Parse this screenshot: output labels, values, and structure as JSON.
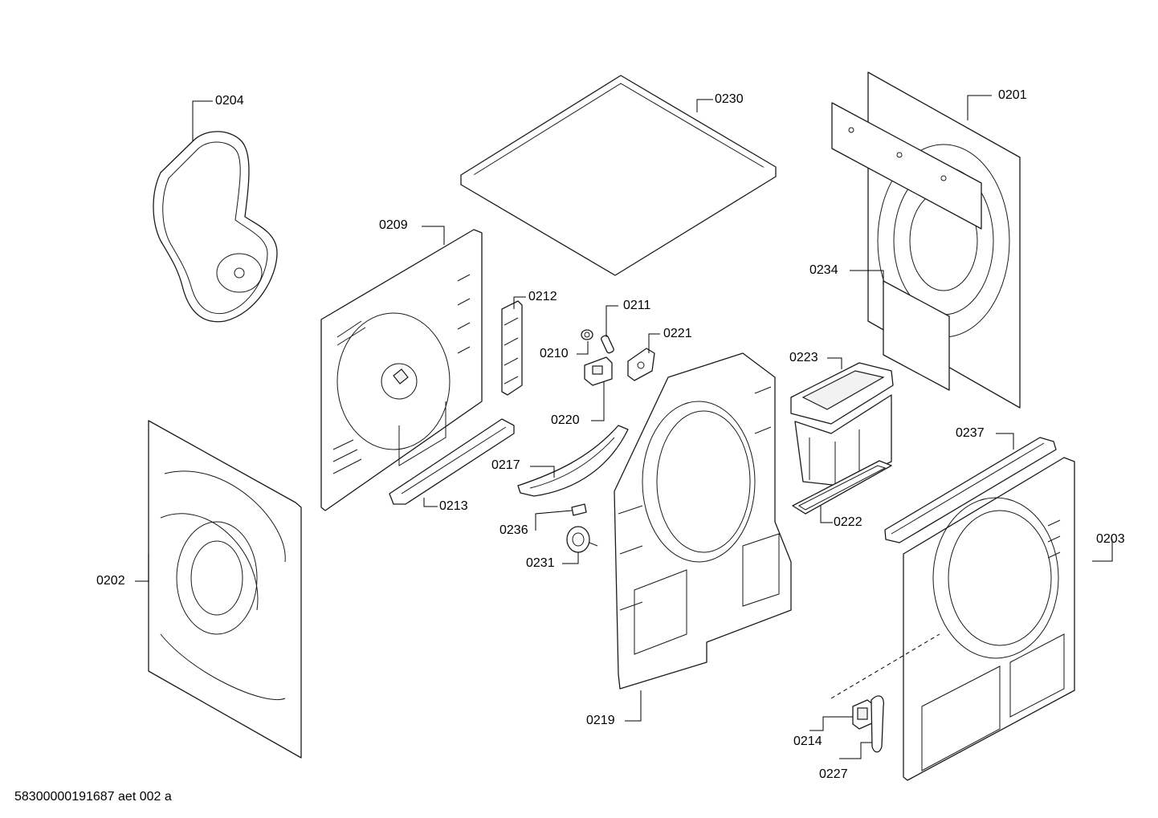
{
  "parts": [
    {
      "id": "p0201",
      "label": "0201"
    },
    {
      "id": "p0202",
      "label": "0202"
    },
    {
      "id": "p0203",
      "label": "0203"
    },
    {
      "id": "p0204",
      "label": "0204"
    },
    {
      "id": "p0209",
      "label": "0209"
    },
    {
      "id": "p0210",
      "label": "0210"
    },
    {
      "id": "p0211",
      "label": "0211"
    },
    {
      "id": "p0212",
      "label": "0212"
    },
    {
      "id": "p0213",
      "label": "0213"
    },
    {
      "id": "p0214",
      "label": "0214"
    },
    {
      "id": "p0217",
      "label": "0217"
    },
    {
      "id": "p0219",
      "label": "0219"
    },
    {
      "id": "p0220",
      "label": "0220"
    },
    {
      "id": "p0221",
      "label": "0221"
    },
    {
      "id": "p0222",
      "label": "0222"
    },
    {
      "id": "p0223",
      "label": "0223"
    },
    {
      "id": "p0227",
      "label": "0227"
    },
    {
      "id": "p0230",
      "label": "0230"
    },
    {
      "id": "p0231",
      "label": "0231"
    },
    {
      "id": "p0234",
      "label": "0234"
    },
    {
      "id": "p0236",
      "label": "0236"
    },
    {
      "id": "p0237",
      "label": "0237"
    }
  ],
  "footer": "58300000191687 aet 002 a"
}
